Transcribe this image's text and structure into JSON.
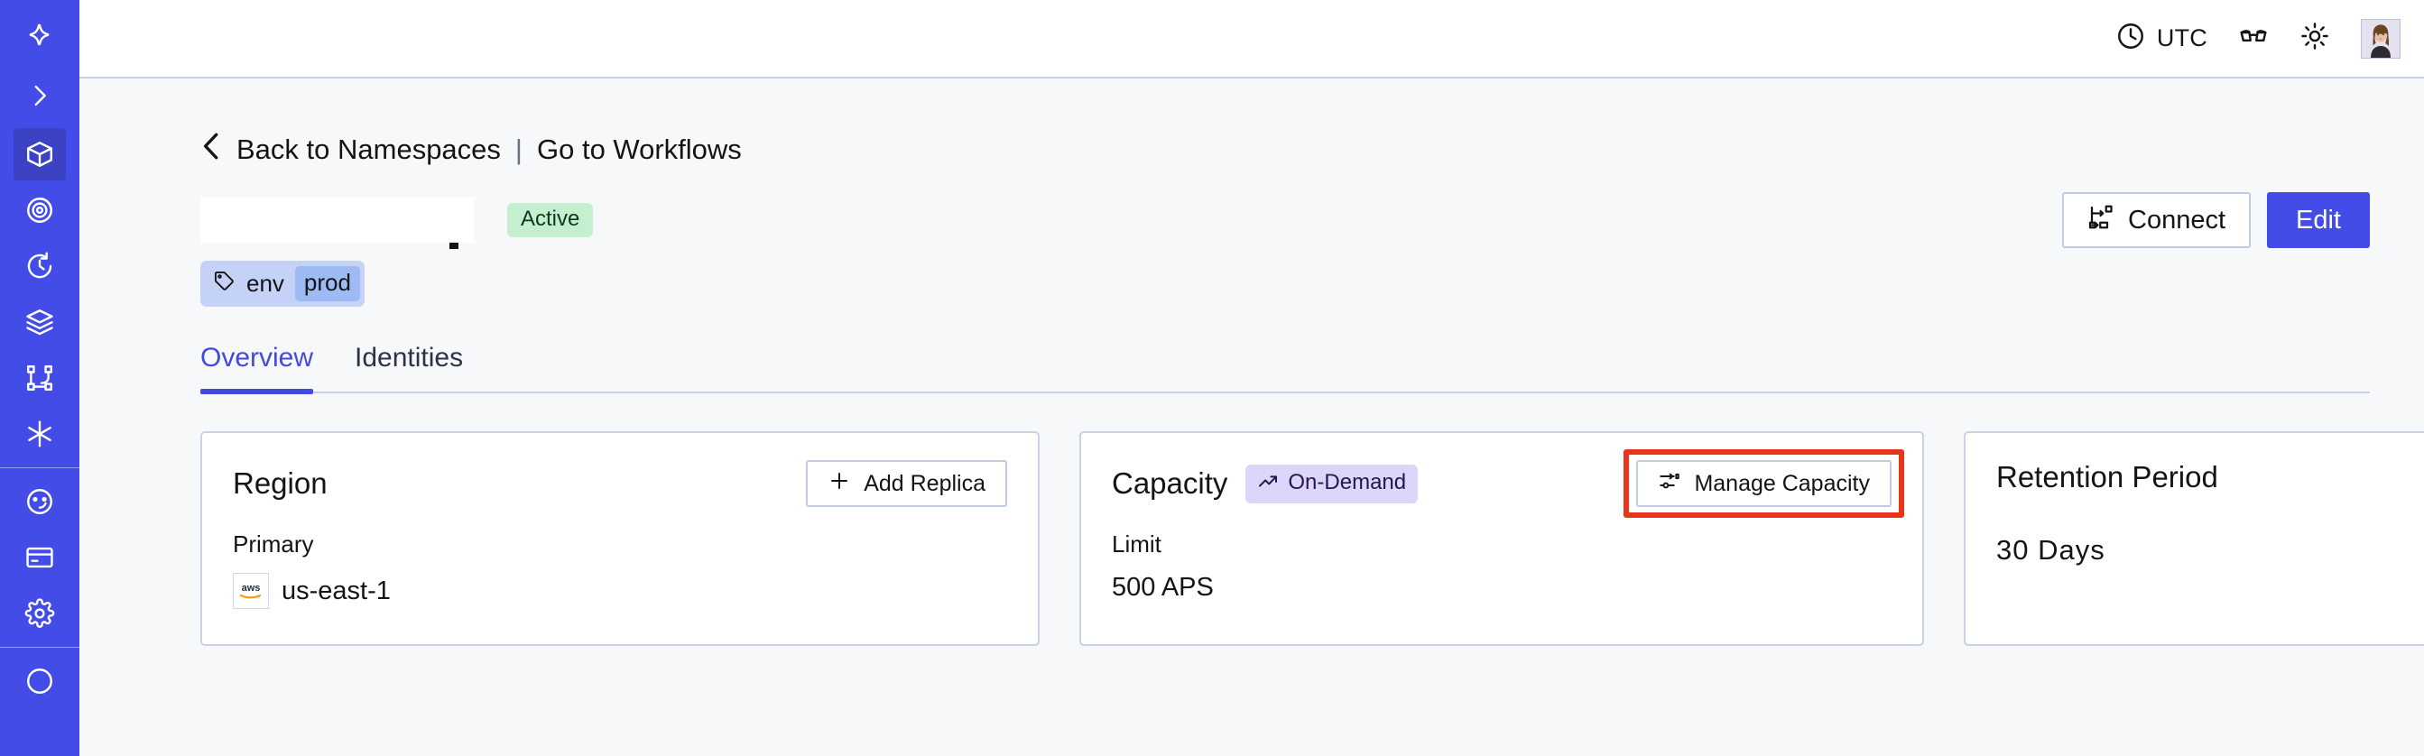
{
  "sidebar": {
    "logo_icon": "temporal-star-logo",
    "expand_icon": "chevron-right-icon",
    "items": [
      {
        "name": "namespaces",
        "icon": "cube-icon",
        "active": true
      },
      {
        "name": "workflows",
        "icon": "eye-spiral-icon",
        "active": false
      },
      {
        "name": "schedules",
        "icon": "clock-rotate-icon",
        "active": false
      },
      {
        "name": "batch-operations",
        "icon": "layers-icon",
        "active": false
      },
      {
        "name": "nexus",
        "icon": "git-branch-icon",
        "active": false
      },
      {
        "name": "integrations",
        "icon": "asterisk-icon",
        "active": false
      },
      {
        "name": "usage",
        "icon": "gauge-icon",
        "active": false
      },
      {
        "name": "billing",
        "icon": "credit-card-icon",
        "active": false
      },
      {
        "name": "settings",
        "icon": "gear-icon",
        "active": false
      }
    ]
  },
  "topbar": {
    "timezone_icon": "clock-icon",
    "timezone_label": "UTC",
    "glasses_icon": "glasses-icon",
    "theme_icon": "sun-icon",
    "avatar_icon": "user-avatar"
  },
  "breadcrumb": {
    "back_icon": "chevron-left-icon",
    "back_label": "Back to Namespaces",
    "separator": "|",
    "link_label": "Go to Workflows"
  },
  "header": {
    "title": "",
    "title_redacted": true,
    "status_badge": "Active",
    "connect_label": "Connect",
    "connect_icon": "connect-workflow-icon",
    "edit_label": "Edit"
  },
  "tag": {
    "icon": "tag-icon",
    "key": "env",
    "value": "prod"
  },
  "tabs": [
    {
      "label": "Overview",
      "active": true
    },
    {
      "label": "Identities",
      "active": false
    }
  ],
  "cards": {
    "region": {
      "title": "Region",
      "action_label": "Add Replica",
      "action_icon": "plus-icon",
      "label": "Primary",
      "provider_icon": "aws-logo",
      "value": "us-east-1"
    },
    "capacity": {
      "title": "Capacity",
      "badge_label": "On-Demand",
      "badge_icon": "trend-up-icon",
      "action_label": "Manage Capacity",
      "action_icon": "sliders-icon",
      "action_highlighted": true,
      "label": "Limit",
      "value": "500 APS"
    },
    "retention": {
      "title": "Retention Period",
      "value": "30 Days"
    }
  },
  "colors": {
    "sidebar": "#444ce7",
    "accent": "#4349e0",
    "page_bg": "#f7f8fa",
    "card_border": "#c8d2e4",
    "badge_active_bg": "#c5f0cf",
    "badge_ondemand_bg": "#ddd6fb",
    "tag_bg": "#c4d2f7",
    "tag_value_bg": "#9dbaf5",
    "highlight_box": "#e8351c"
  }
}
